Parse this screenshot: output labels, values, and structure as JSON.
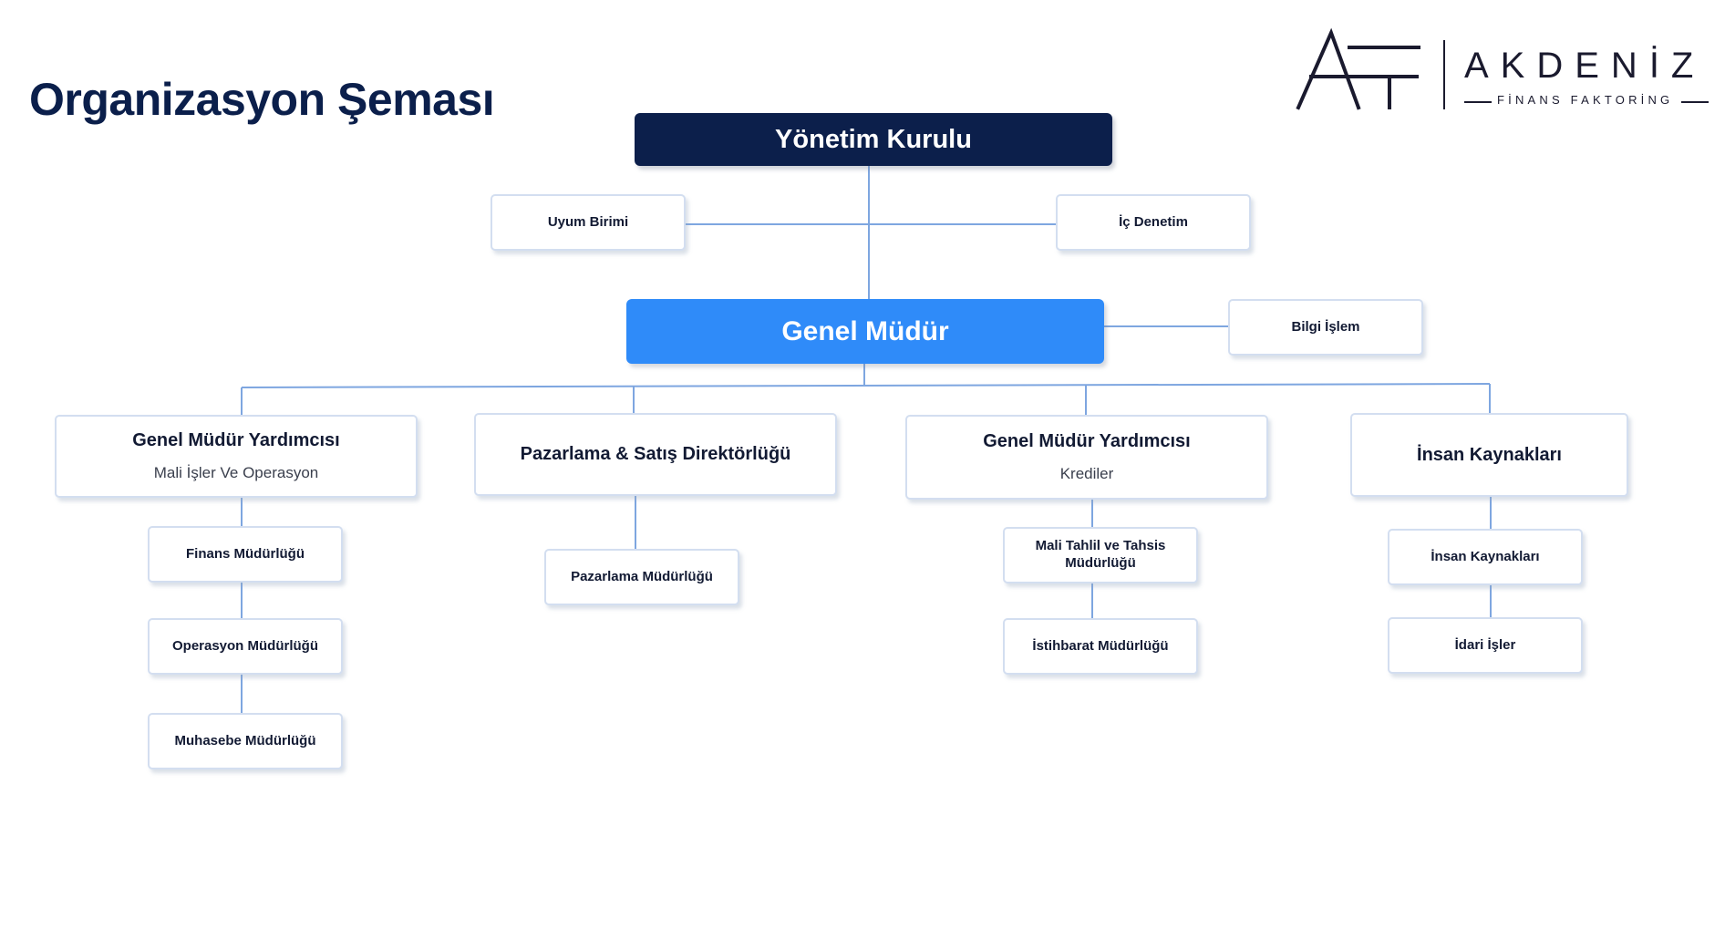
{
  "page_title": "Organizasyon Şeması",
  "logo": {
    "mark": "AF",
    "name": "AKDENİZ",
    "subtitle": "FİNANS FAKTORİNG"
  },
  "chart": {
    "board": "Yönetim Kurulu",
    "board_units": {
      "left": "Uyum Birimi",
      "right": "İç Denetim"
    },
    "general_manager": "Genel Müdür",
    "gm_side_unit": "Bilgi İşlem",
    "divisions": [
      {
        "title": "Genel Müdür Yardımcısı",
        "subtitle": "Mali İşler Ve Operasyon",
        "units": [
          "Finans Müdürlüğü",
          "Operasyon Müdürlüğü",
          "Muhasebe Müdürlüğü"
        ]
      },
      {
        "title": "Pazarlama & Satış Direktörlüğü",
        "units": [
          "Pazarlama Müdürlüğü"
        ]
      },
      {
        "title": "Genel Müdür Yardımcısı",
        "subtitle": "Krediler",
        "units": [
          "Mali Tahlil ve Tahsis Müdürlüğü",
          "İstihbarat Müdürlüğü"
        ]
      },
      {
        "title": "İnsan Kaynakları",
        "units": [
          "İnsan Kaynakları",
          "İdari İşler"
        ]
      }
    ]
  },
  "colors": {
    "navy": "#0c1f4b",
    "blue": "#2f8bf9",
    "connector": "#7ea6e0",
    "box_border": "#d3def0"
  }
}
